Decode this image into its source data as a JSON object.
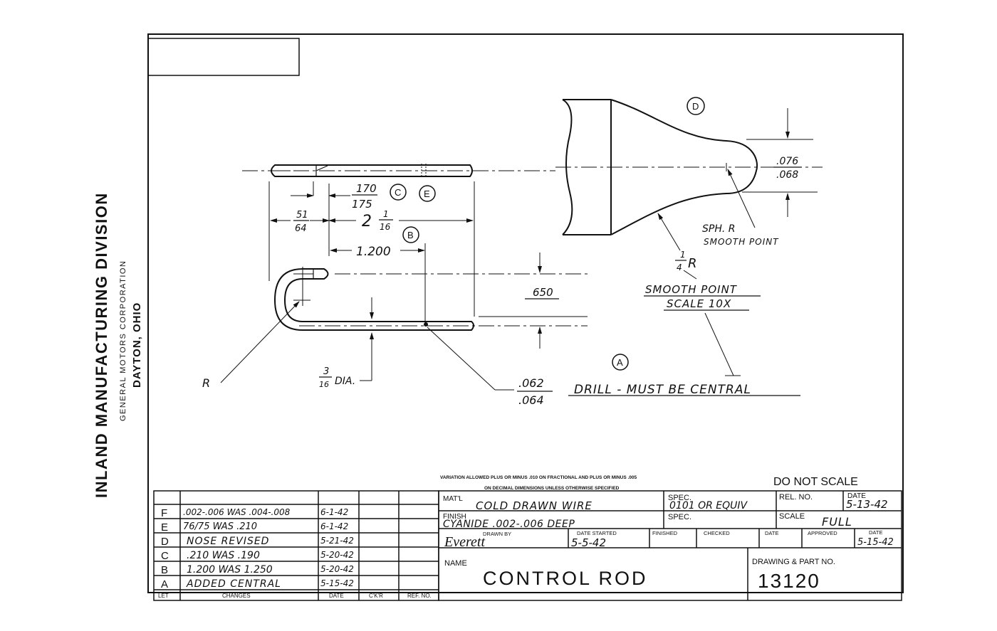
{
  "company": {
    "division": "INLAND MANUFACTURING DIVISION",
    "corporation": "GENERAL MOTORS CORPORATION",
    "location": "DAYTON, OHIO"
  },
  "notes": {
    "variation_line1": "VARIATION ALLOWED PLUS OR MINUS .010 ON FRACTIONAL AND PLUS OR MINUS .005",
    "variation_line2": "ON DECIMAL DIMENSIONS UNLESS OTHERWISE SPECIFIED",
    "do_not_scale": "DO NOT SCALE"
  },
  "drawing": {
    "callouts": {
      "a": "A",
      "b": "B",
      "c": "C",
      "d": "D",
      "e": "E"
    },
    "dims": {
      "d170": "170",
      "d175": "175",
      "two_num": "2",
      "two_frac_top": "1",
      "two_frac_bottom": "16",
      "top51": "51",
      "bot64": "64",
      "d1200": "1.200",
      "d650": "650",
      "d076": ".076",
      "d068": ".068",
      "d062": ".062",
      "d064": ".064",
      "quarter_top": "1",
      "quarter_bot": "4",
      "quarter_r": "R",
      "three_top": "3",
      "three_bot": "16",
      "dia": "DIA.",
      "r_label": "R"
    },
    "notes": {
      "sph_r": "SPH. R",
      "smooth_point_small": "SMOOTH POINT",
      "smooth_point": "SMOOTH POINT",
      "scale_10x": "SCALE 10X",
      "drill": "DRILL - MUST BE CENTRAL"
    }
  },
  "revisions": {
    "rows": [
      {
        "let": "F",
        "change": ".002-.006 WAS .004-.008",
        "date": "6-1-42"
      },
      {
        "let": "E",
        "change": "76/75 WAS .210",
        "date": "6-1-42"
      },
      {
        "let": "D",
        "change": "NOSE REVISED",
        "date": "5-21-42"
      },
      {
        "let": "C",
        "change": ".210 WAS .190",
        "date": "5-20-42"
      },
      {
        "let": "B",
        "change": "1.200 WAS 1.250",
        "date": "5-20-42"
      },
      {
        "let": "A",
        "change": "ADDED CENTRAL",
        "date": "5-15-42"
      }
    ],
    "headers": {
      "let": "LET",
      "changes": "CHANGES",
      "date": "DATE",
      "ckr": "C'K'R",
      "refno": "REF. NO."
    }
  },
  "title_block": {
    "matl_label": "MAT'L",
    "matl_value": "COLD DRAWN WIRE",
    "spec_label": "SPEC.",
    "spec_value": "0101 OR EQUIV",
    "rel_no_label": "REL. NO.",
    "date_label": "DATE",
    "date_value": "5-13-42",
    "finish_label": "FINISH",
    "finish_value": "CYANIDE .002-.006 DEEP",
    "spec2_label": "SPEC.",
    "scale_label": "SCALE",
    "scale_value": "FULL",
    "drawn_by_label": "DRAWN BY",
    "drawn_by_value": "Everett",
    "date_started_label": "DATE STARTED",
    "date_started_value": "5-5-42",
    "finished_label": "FINISHED",
    "checked_label": "CHECKED",
    "date2_label": "DATE",
    "approved_label": "APPROVED",
    "date3_label": "DATE",
    "date3_value": "5-15-42",
    "name_label": "NAME",
    "name_value": "CONTROL ROD",
    "part_no_label": "DRAWING & PART NO.",
    "part_no_value": "13120"
  }
}
